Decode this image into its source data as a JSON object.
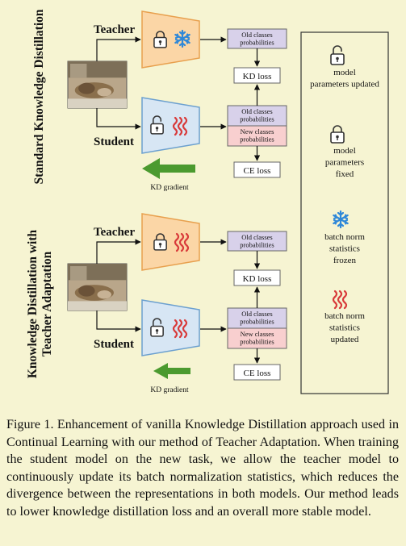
{
  "sections": [
    {
      "side_label": "Standard Knowledge Distillation",
      "teacher_label": "Teacher",
      "student_label": "Student",
      "teacher_icons": [
        "lock-closed",
        "snowflake"
      ],
      "student_icons": [
        "lock-open",
        "waves"
      ],
      "teacher_box": "Old classes probabilities",
      "student_box_old": "Old classes probabilities",
      "student_box_new": "New classes probabilities",
      "kd_loss": "KD loss",
      "ce_loss": "CE loss",
      "gradient_label": "KD gradient",
      "gradient_strength": "large"
    },
    {
      "side_label": "Knowledge Distillation with Teacher Adaptation",
      "teacher_label": "Teacher",
      "student_label": "Student",
      "teacher_icons": [
        "lock-closed",
        "waves"
      ],
      "student_icons": [
        "lock-open",
        "waves"
      ],
      "teacher_box": "Old classes probabilities",
      "student_box_old": "Old classes probabilities",
      "student_box_new": "New classes probabilities",
      "kd_loss": "KD loss",
      "ce_loss": "CE loss",
      "gradient_label": "KD gradient",
      "gradient_strength": "small"
    }
  ],
  "legend": [
    {
      "icon": "lock-open",
      "text": "model parameters updated"
    },
    {
      "icon": "lock-closed",
      "text": "model parameters fixed"
    },
    {
      "icon": "snowflake",
      "text": "batch norm statistics frozen"
    },
    {
      "icon": "waves",
      "text": "batch norm statistics updated"
    }
  ],
  "caption": "Figure 1. Enhancement of vanilla Knowledge Distillation approach used in Continual Learning with our method of Teacher Adaptation. When training the student model on the new task, we allow the teacher model to continuously update its batch normalization statistics, which reduces the divergence between the representations in both models. Our method leads to lower knowledge distillation loss and an overall more stable model.",
  "colors": {
    "background": "#f6f4d2",
    "teacher_fill": "#fbd6a6",
    "teacher_stroke": "#e8a04e",
    "student_fill": "#d7e6f4",
    "student_stroke": "#6ca0cf",
    "old_box": "#d8d1ea",
    "new_box": "#f8cfcf",
    "snowflake": "#2f88d8",
    "waves": "#d83a3a",
    "gradient_arrow": "#4b9a2f"
  }
}
